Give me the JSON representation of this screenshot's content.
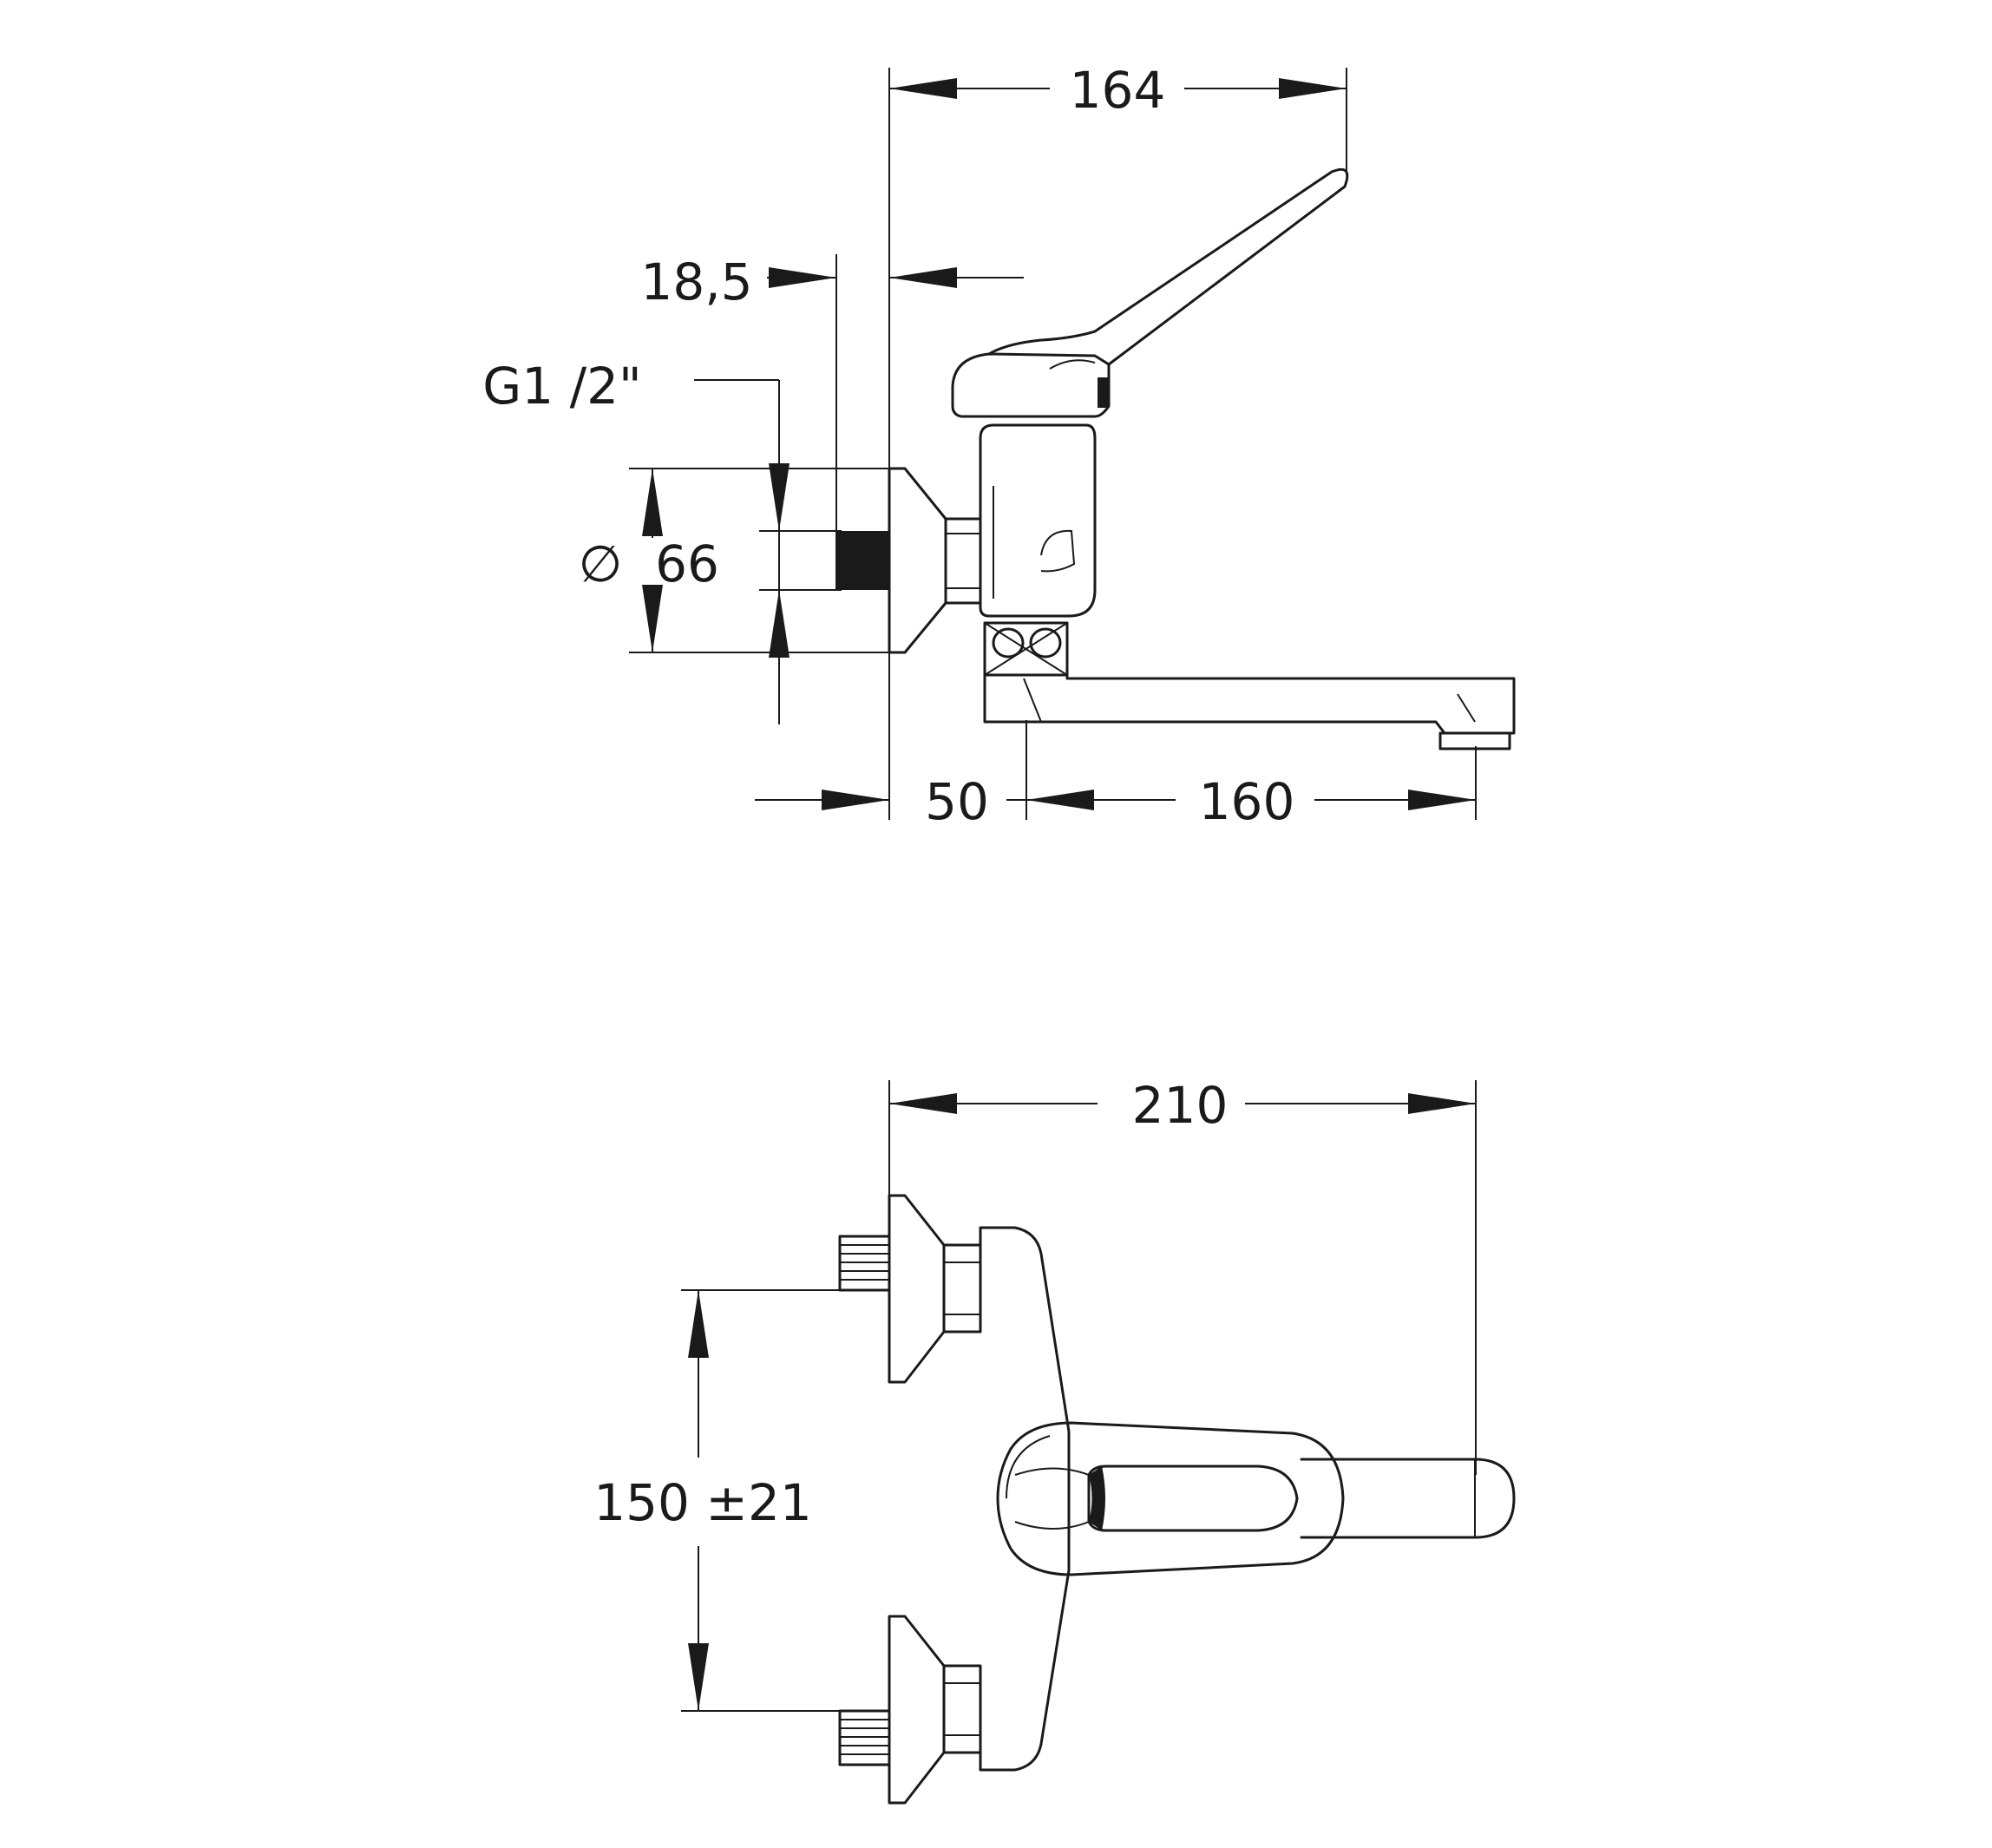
{
  "side_view": {
    "width_164": "164",
    "offset_18_5": "18,5",
    "thread_label": "G1 /2\"",
    "diameter_symbol": "∅",
    "diameter_value": "66",
    "depth_50": "50",
    "spout_160": "160"
  },
  "front_view": {
    "width_210": "210",
    "spacing": "150 ±21"
  }
}
